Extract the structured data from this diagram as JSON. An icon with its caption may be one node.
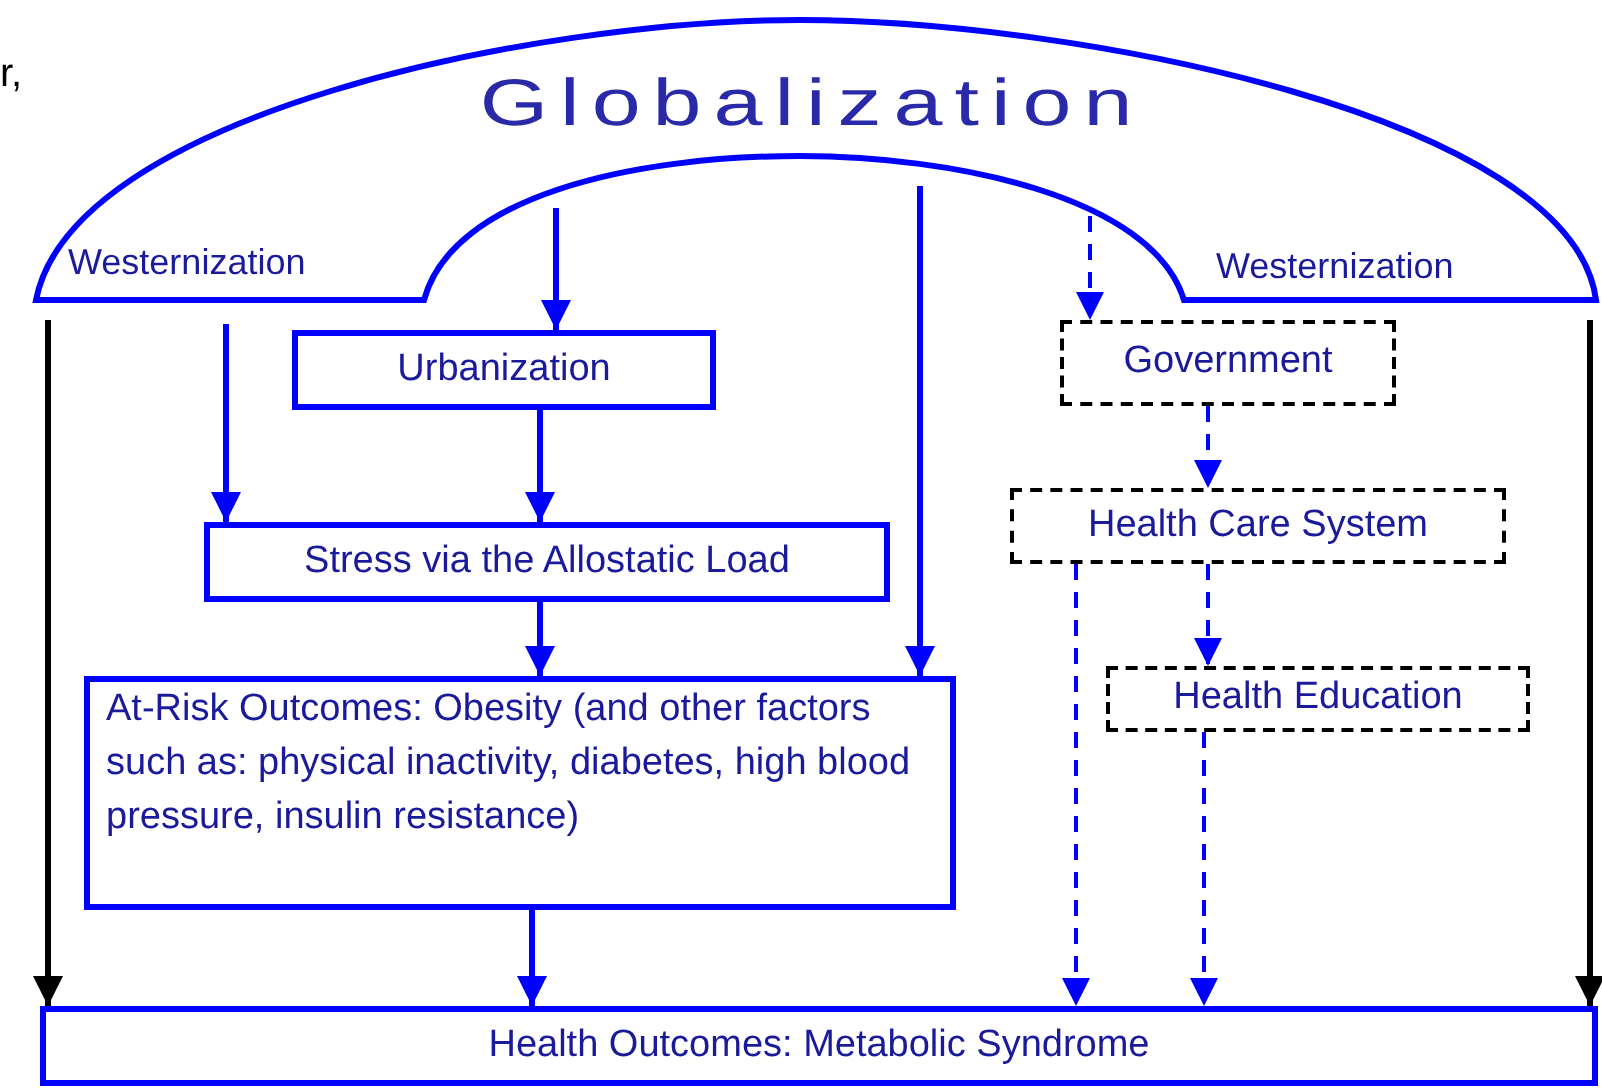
{
  "diagram": {
    "nodes": [
      {
        "text": [
          "Globalization",
          "Westernization",
          "Westernization"
        ]
      },
      {
        "text": [
          "Urbanization"
        ]
      },
      {
        "text": [
          "Government"
        ]
      },
      {
        "text": [
          "Stress via the Allostatic Load"
        ]
      },
      {
        "text": [
          "Health Care System"
        ]
      },
      {
        "text": [
          "At-Risk Outcomes: Obesity (and other factors such as: physical inactivity, diabetes, high blood pressure, insulin resistance)"
        ]
      },
      {
        "text": [
          "Health Education"
        ]
      },
      {
        "text": [
          "Health Outcomes: Metabolic Syndrome"
        ]
      }
    ],
    "edges": [
      {
        "from": 0,
        "to": 1,
        "arrow": "to"
      },
      {
        "from": 0,
        "to": 3,
        "arrow": "to"
      },
      {
        "from": 1,
        "to": 3,
        "arrow": "to"
      },
      {
        "from": 0,
        "to": 5,
        "arrow": "to"
      },
      {
        "from": 3,
        "to": 5,
        "arrow": "to"
      },
      {
        "from": 5,
        "to": 7,
        "arrow": "to"
      },
      {
        "from": 0,
        "to": 2,
        "arrow": "to",
        "style": "dashed"
      },
      {
        "from": 2,
        "to": 4,
        "arrow": "to",
        "style": "dashed"
      },
      {
        "from": 4,
        "to": 6,
        "arrow": "to",
        "style": "dashed"
      },
      {
        "from": 4,
        "to": 7,
        "arrow": "to",
        "style": "dashed"
      },
      {
        "from": 6,
        "to": 7,
        "arrow": "to",
        "style": "dashed"
      },
      {
        "from": 0,
        "to": 7,
        "arrow": "to",
        "color": "#000000"
      },
      {
        "from": 0,
        "to": 7,
        "arrow": "to",
        "color": "#000000"
      }
    ],
    "labels": [
      "r,"
    ]
  }
}
